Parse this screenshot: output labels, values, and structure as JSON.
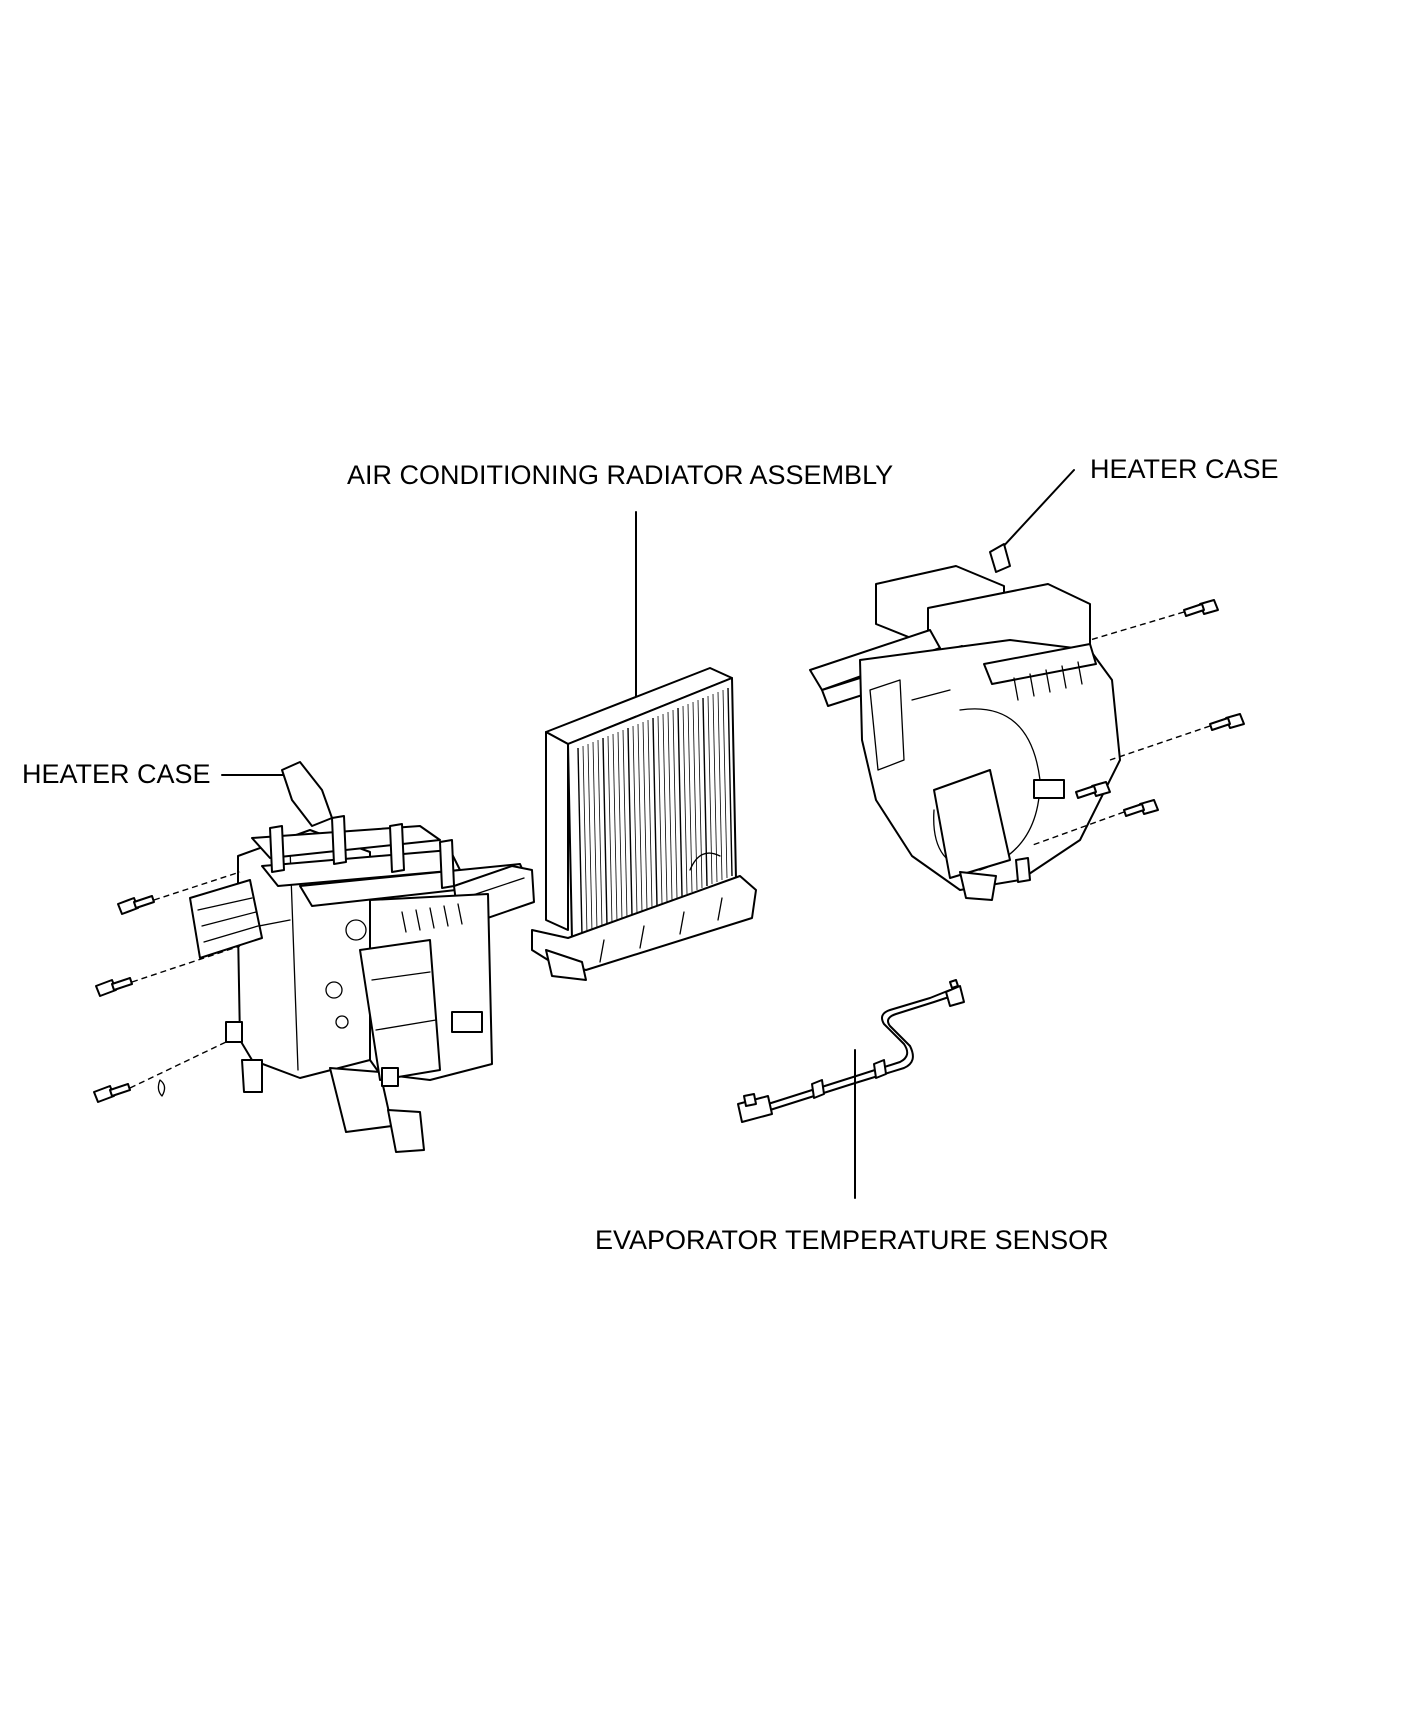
{
  "diagram": {
    "labels": {
      "radiator": "AIR CONDITIONING RADIATOR ASSEMBLY",
      "heater_case_right": "HEATER CASE",
      "heater_case_left": "HEATER CASE",
      "sensor": "EVAPORATOR TEMPERATURE SENSOR"
    }
  }
}
